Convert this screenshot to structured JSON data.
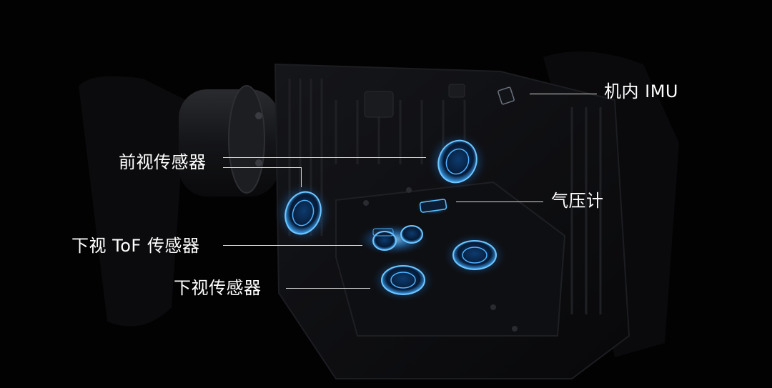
{
  "labels": {
    "imu": "机内 IMU",
    "front_sensor": "前视传感器",
    "barometer": "气压计",
    "down_tof": "下视 ToF 传感器",
    "down_sensor": "下视传感器"
  },
  "colors": {
    "background": "#020203",
    "sensor_glow": "#3fa9ff",
    "label_text": "#ffffff",
    "leader_line": "#d9d9d9"
  }
}
